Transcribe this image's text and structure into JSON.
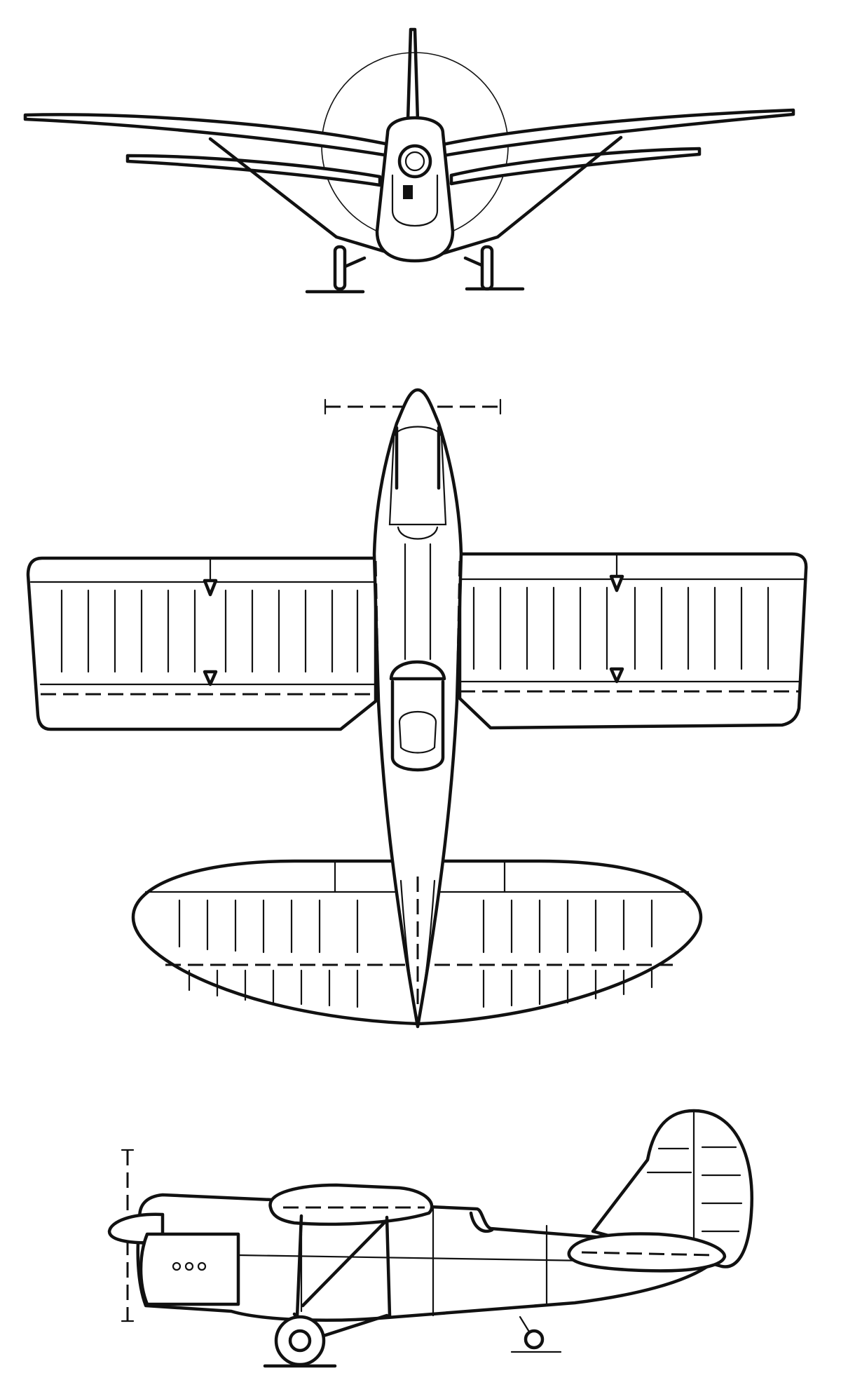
{
  "drawing": {
    "views": [
      "front",
      "top",
      "side"
    ],
    "colors": {
      "ink": "#111111",
      "paper": "#ffffff"
    }
  }
}
